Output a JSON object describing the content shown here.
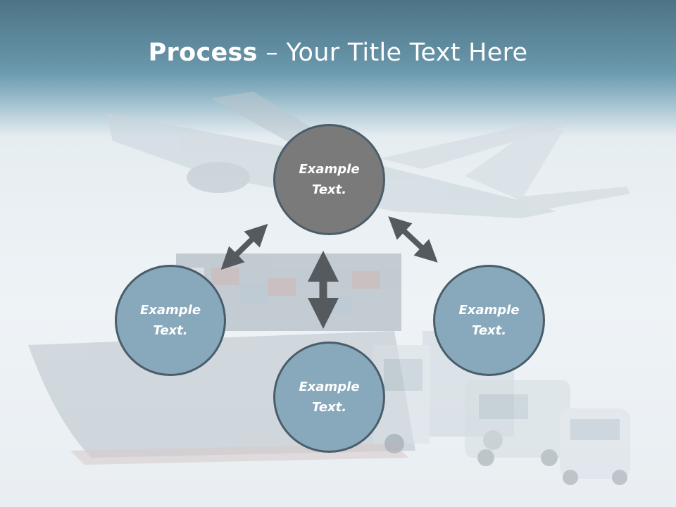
{
  "slide": {
    "title_bold": "Process",
    "title_rest": " – Your Title Text Here"
  },
  "nodes": {
    "top": {
      "line1": "Example",
      "line2": "Text."
    },
    "left": {
      "line1": "Example",
      "line2": "Text."
    },
    "right": {
      "line1": "Example",
      "line2": "Text."
    },
    "bottom": {
      "line1": "Example",
      "line2": "Text."
    }
  },
  "colors": {
    "header": "#5e8aa0",
    "center_node": "#7a7a7a",
    "outer_node": "#88a8bb",
    "node_border": "#4a5d6a",
    "arrow": "#555a5e"
  },
  "background_image": "transport-logistics-illustration"
}
